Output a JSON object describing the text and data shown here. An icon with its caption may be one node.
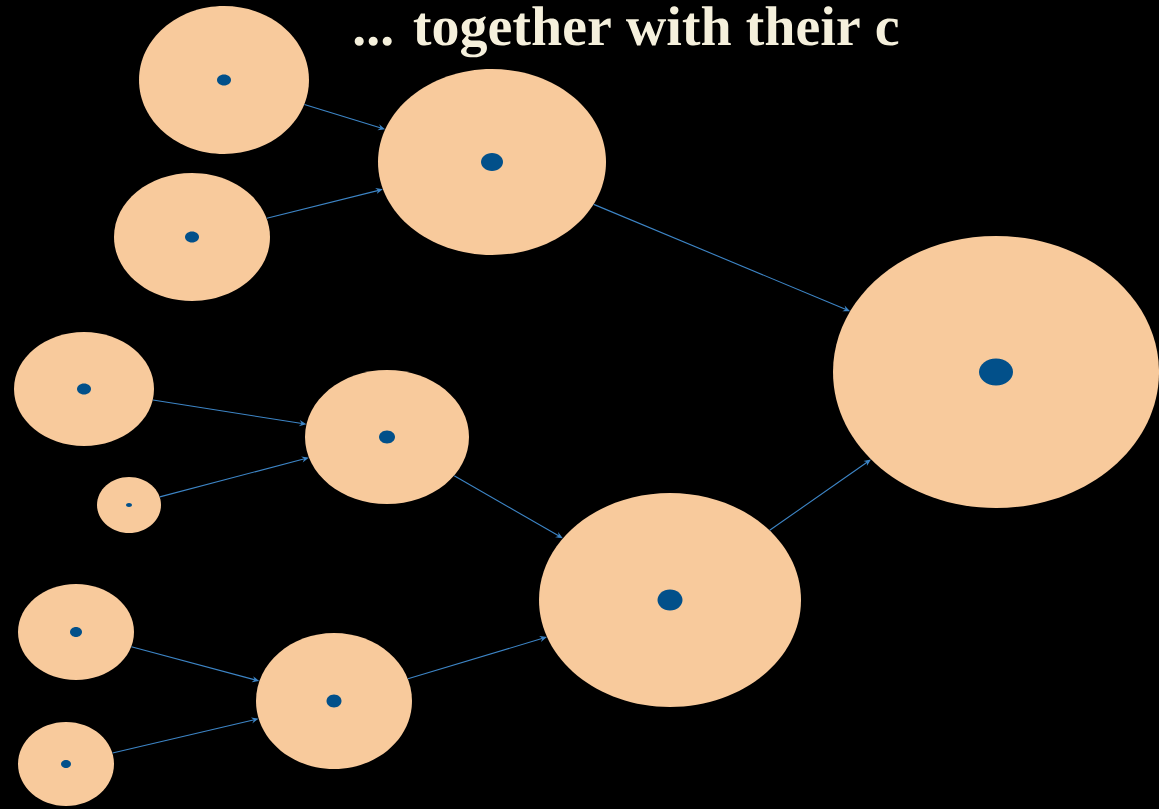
{
  "diagram": {
    "title": "... together with their c",
    "nodes": [
      {
        "text": [],
        "shape": "circle"
      },
      {
        "text": [],
        "shape": "circle"
      },
      {
        "text": [],
        "shape": "circle"
      },
      {
        "text": [],
        "shape": "circle"
      },
      {
        "text": [],
        "shape": "circle"
      },
      {
        "text": [],
        "shape": "circle"
      },
      {
        "text": [],
        "shape": "circle"
      },
      {
        "text": [],
        "shape": "circle"
      },
      {
        "text": [],
        "shape": "circle"
      },
      {
        "text": [],
        "shape": "circle"
      },
      {
        "text": [],
        "shape": "circle"
      }
    ],
    "edges": [
      {
        "from": 0,
        "to": 2,
        "arrow": "to"
      },
      {
        "from": 1,
        "to": 2,
        "arrow": "to"
      },
      {
        "from": 2,
        "to": 10,
        "arrow": "to"
      },
      {
        "from": 3,
        "to": 5,
        "arrow": "to"
      },
      {
        "from": 4,
        "to": 5,
        "arrow": "to"
      },
      {
        "from": 5,
        "to": 9,
        "arrow": "to"
      },
      {
        "from": 6,
        "to": 8,
        "arrow": "to"
      },
      {
        "from": 7,
        "to": 8,
        "arrow": "to"
      },
      {
        "from": 8,
        "to": 9,
        "arrow": "to"
      },
      {
        "from": 9,
        "to": 10,
        "arrow": "to"
      }
    ]
  }
}
